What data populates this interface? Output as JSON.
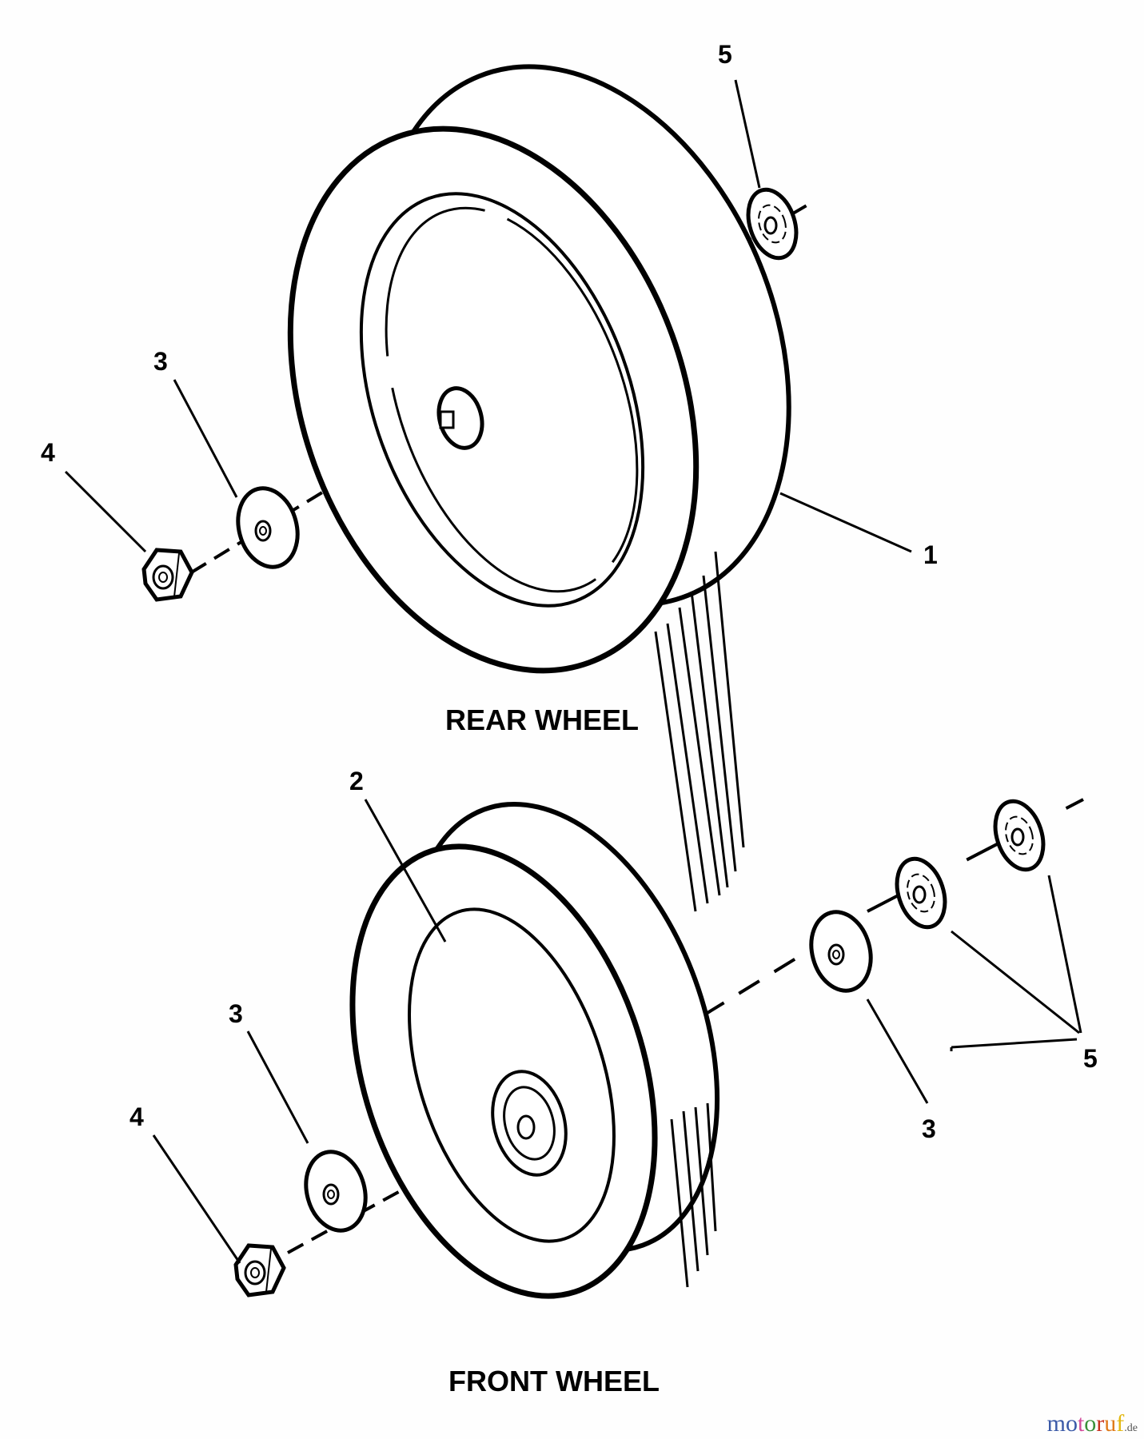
{
  "diagram": {
    "title": "Wheel assembly exploded view",
    "sections": [
      {
        "id": "rear",
        "caption": "REAR WHEEL",
        "callouts": [
          {
            "label": "5",
            "part": "washer (outer)"
          },
          {
            "label": "3",
            "part": "washer"
          },
          {
            "label": "4",
            "part": "nut"
          },
          {
            "label": "1",
            "part": "rear wheel"
          }
        ]
      },
      {
        "id": "front",
        "caption": "FRONT WHEEL",
        "callouts": [
          {
            "label": "2",
            "part": "front wheel"
          },
          {
            "label": "3",
            "part": "washer (left)"
          },
          {
            "label": "4",
            "part": "nut"
          },
          {
            "label": "3",
            "part": "washer (right)"
          },
          {
            "label": "5",
            "part": "washers (outer pair)"
          }
        ]
      }
    ]
  },
  "watermark": {
    "letters": [
      {
        "ch": "m",
        "color": "#3b5aa8"
      },
      {
        "ch": "o",
        "color": "#3b5aa8"
      },
      {
        "ch": "t",
        "color": "#d24a9b"
      },
      {
        "ch": "o",
        "color": "#3a8f3a"
      },
      {
        "ch": "r",
        "color": "#c8321e"
      },
      {
        "ch": "u",
        "color": "#e07a1a"
      },
      {
        "ch": "f",
        "color": "#e2b812"
      }
    ],
    "tld": ".de"
  }
}
